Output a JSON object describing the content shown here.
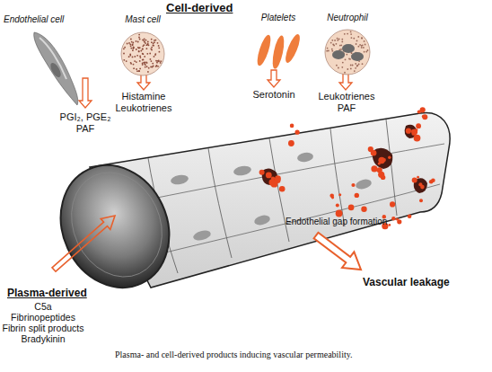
{
  "diagram": {
    "caption": "Plasma- and cell-derived products inducing vascular permeability.",
    "nodes": [
      {
        "text": [
          "Endothelial cell"
        ]
      },
      {
        "text": [
          "Mast cell"
        ]
      },
      {
        "text": [
          "Platelets"
        ]
      },
      {
        "text": [
          "Neutrophil"
        ]
      }
    ],
    "labels": [
      "Cell-derived",
      "PGI₂, PGE₂ PAF",
      "Histamine Leukotrienes",
      "Serotonin",
      "Leukotrienes PAF",
      "Endothelial gap formation",
      "Vascular leakage",
      "Plasma-derived",
      "C5a",
      "Fibrinopeptides",
      "Fibrin split products",
      "Bradykinin"
    ]
  }
}
